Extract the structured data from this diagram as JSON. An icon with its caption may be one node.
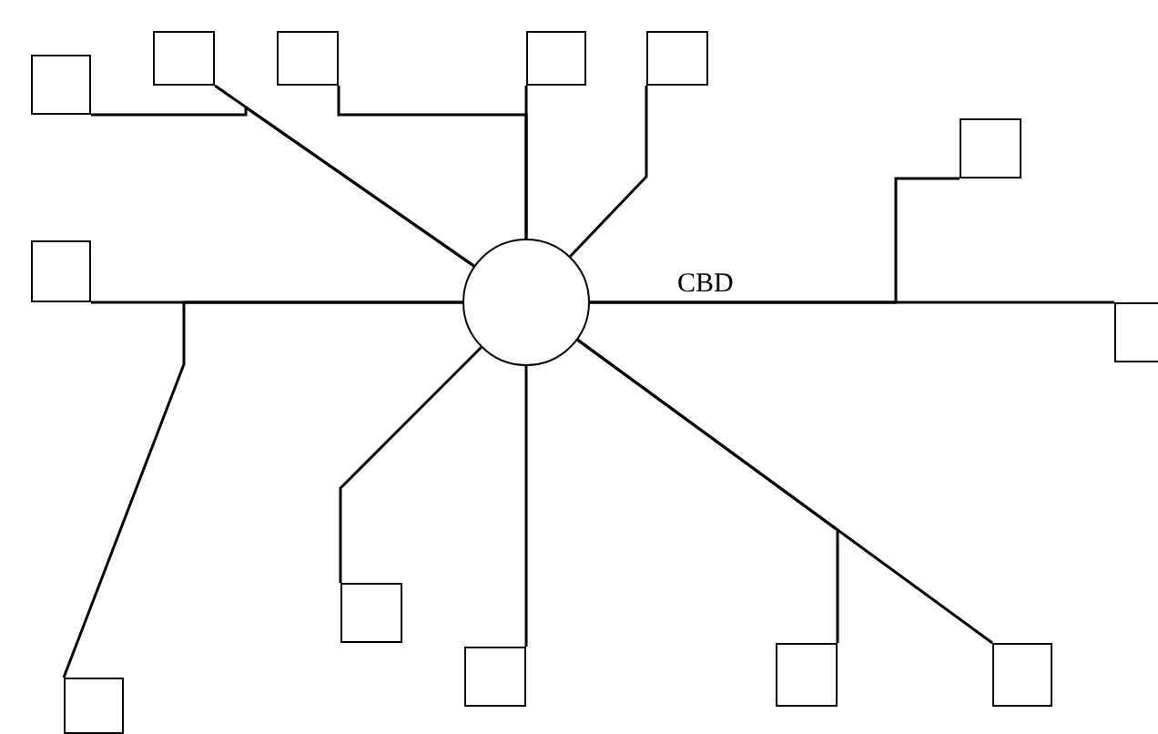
{
  "diagram": {
    "nodes": [
      {
        "text": [],
        "shape": "circle",
        "beside": [
          "CBD"
        ]
      },
      {
        "text": [],
        "shape": "box"
      },
      {
        "text": [],
        "shape": "box"
      },
      {
        "text": [],
        "shape": "box"
      },
      {
        "text": [],
        "shape": "box"
      },
      {
        "text": [],
        "shape": "box"
      },
      {
        "text": [],
        "shape": "box"
      },
      {
        "text": [],
        "shape": "box"
      },
      {
        "text": [],
        "shape": "box"
      },
      {
        "text": [],
        "shape": "box"
      },
      {
        "text": [],
        "shape": "box"
      },
      {
        "text": [],
        "shape": "box"
      },
      {
        "text": [],
        "shape": "box"
      },
      {
        "text": [],
        "shape": "box"
      }
    ],
    "edges": [
      {
        "from": 0,
        "to": 1,
        "arrow": "none"
      },
      {
        "from": 0,
        "to": 2,
        "arrow": "none"
      },
      {
        "from": 0,
        "to": 3,
        "arrow": "none"
      },
      {
        "from": 0,
        "to": 4,
        "arrow": "none"
      },
      {
        "from": 0,
        "to": 5,
        "arrow": "none"
      },
      {
        "from": 0,
        "to": 6,
        "arrow": "none"
      },
      {
        "from": 0,
        "to": 7,
        "arrow": "none"
      },
      {
        "from": 0,
        "to": 8,
        "arrow": "none"
      },
      {
        "from": 0,
        "to": 9,
        "arrow": "none"
      },
      {
        "from": 0,
        "to": 10,
        "arrow": "none"
      },
      {
        "from": 0,
        "to": 11,
        "arrow": "none"
      },
      {
        "from": 0,
        "to": 12,
        "arrow": "none"
      },
      {
        "from": 0,
        "to": 13,
        "arrow": "none"
      }
    ]
  }
}
